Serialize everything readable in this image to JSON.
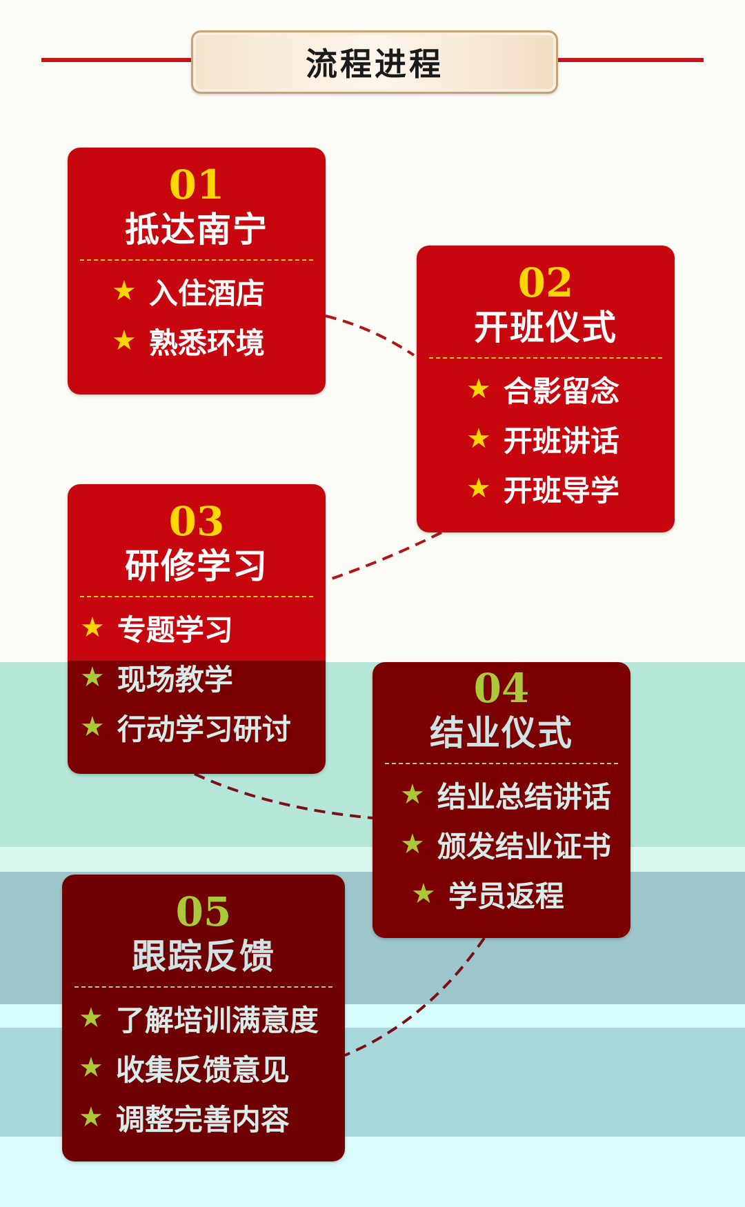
{
  "header": {
    "title": "流程进程"
  },
  "steps": [
    {
      "num": "01",
      "title": "抵达南宁",
      "items": [
        "入住酒店",
        "熟悉环境"
      ]
    },
    {
      "num": "02",
      "title": "开班仪式",
      "items": [
        "合影留念",
        "开班讲话",
        "开班导学"
      ]
    },
    {
      "num": "03",
      "title": "研修学习",
      "items": [
        "专题学习",
        "现场教学",
        "行动学习研讨"
      ]
    },
    {
      "num": "04",
      "title": "结业仪式",
      "items": [
        "结业总结讲话",
        "颁发结业证书",
        "学员返程"
      ]
    },
    {
      "num": "05",
      "title": "跟踪反馈",
      "items": [
        "了解培训满意度",
        "收集反馈意见",
        "调整完善内容"
      ]
    }
  ],
  "icons": {
    "bullet": "star-icon",
    "star_glyph": "★"
  },
  "colors": {
    "card_red": "#c7070d",
    "number_yellow": "#ffd600",
    "accent_line": "#c2171d",
    "connector": "#b01419",
    "band_mint": "#b5e6d8",
    "band_teal": "#9cc6cc",
    "band_cyan": "#dafcfd"
  }
}
